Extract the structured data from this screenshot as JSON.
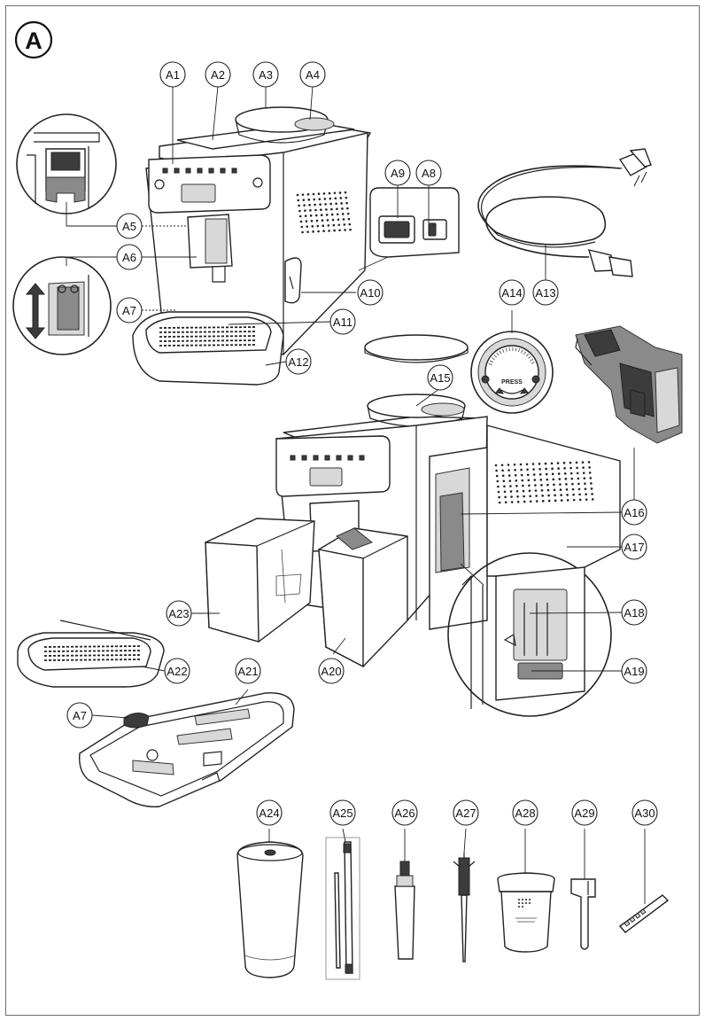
{
  "figure": {
    "section_letter": "A"
  },
  "callouts": [
    {
      "id": "A1",
      "label": "A1"
    },
    {
      "id": "A2",
      "label": "A2"
    },
    {
      "id": "A3",
      "label": "A3"
    },
    {
      "id": "A4",
      "label": "A4"
    },
    {
      "id": "A5",
      "label": "A5"
    },
    {
      "id": "A6",
      "label": "A6"
    },
    {
      "id": "A7",
      "label": "A7"
    },
    {
      "id": "A8",
      "label": "A8"
    },
    {
      "id": "A9",
      "label": "A9"
    },
    {
      "id": "A10",
      "label": "A10"
    },
    {
      "id": "A11",
      "label": "A11"
    },
    {
      "id": "A12",
      "label": "A12"
    },
    {
      "id": "A13",
      "label": "A13"
    },
    {
      "id": "A14",
      "label": "A14"
    },
    {
      "id": "A15",
      "label": "A15"
    },
    {
      "id": "A16",
      "label": "A16"
    },
    {
      "id": "A17",
      "label": "A17"
    },
    {
      "id": "A18",
      "label": "A18"
    },
    {
      "id": "A19",
      "label": "A19"
    },
    {
      "id": "A20",
      "label": "A20"
    },
    {
      "id": "A21",
      "label": "A21"
    },
    {
      "id": "A22",
      "label": "A22"
    },
    {
      "id": "A23",
      "label": "A23"
    },
    {
      "id": "A7b",
      "label": "A7"
    },
    {
      "id": "A24",
      "label": "A24"
    },
    {
      "id": "A25",
      "label": "A25"
    },
    {
      "id": "A26",
      "label": "A26"
    },
    {
      "id": "A27",
      "label": "A27"
    },
    {
      "id": "A28",
      "label": "A28"
    },
    {
      "id": "A29",
      "label": "A29"
    },
    {
      "id": "A30",
      "label": "A30"
    }
  ],
  "dial": {
    "press_label": "PRESS"
  }
}
